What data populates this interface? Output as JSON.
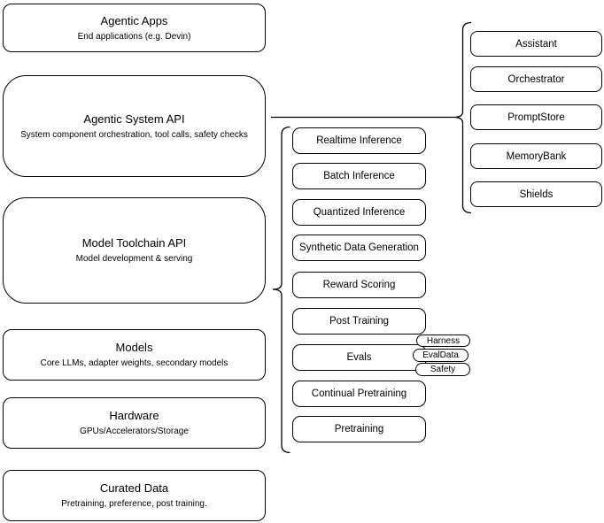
{
  "diagram": {
    "background": "#ffffff",
    "stroke_color": "#000000",
    "box_fill": "#ffffff",
    "left_stack": [
      {
        "title": "Agentic Apps",
        "subtitle": "End applications (e.g. Devin)"
      },
      {
        "title": "Agentic System API",
        "subtitle": "System component orchestration, tool calls, safety checks"
      },
      {
        "title": "Model Toolchain API",
        "subtitle": "Model development & serving"
      },
      {
        "title": "Models",
        "subtitle": "Core LLMs, adapter weights, secondary models"
      },
      {
        "title": "Hardware",
        "subtitle": "GPUs/Accelerators/Storage"
      },
      {
        "title": "Curated Data",
        "subtitle": "Pretraining, preference, post training."
      }
    ],
    "toolchain_components": [
      "Realtime Inference",
      "Batch Inference",
      "Quantized Inference",
      "Synthetic Data Generation",
      "Reward Scoring",
      "Post Training",
      "Evals",
      "Continual Pretraining",
      "Pretraining"
    ],
    "eval_tags": [
      "Harness",
      "EvalData",
      "Safety"
    ],
    "system_components": [
      "Assistant",
      "Orchestrator",
      "PromptStore",
      "MemoryBank",
      "Shields"
    ]
  }
}
